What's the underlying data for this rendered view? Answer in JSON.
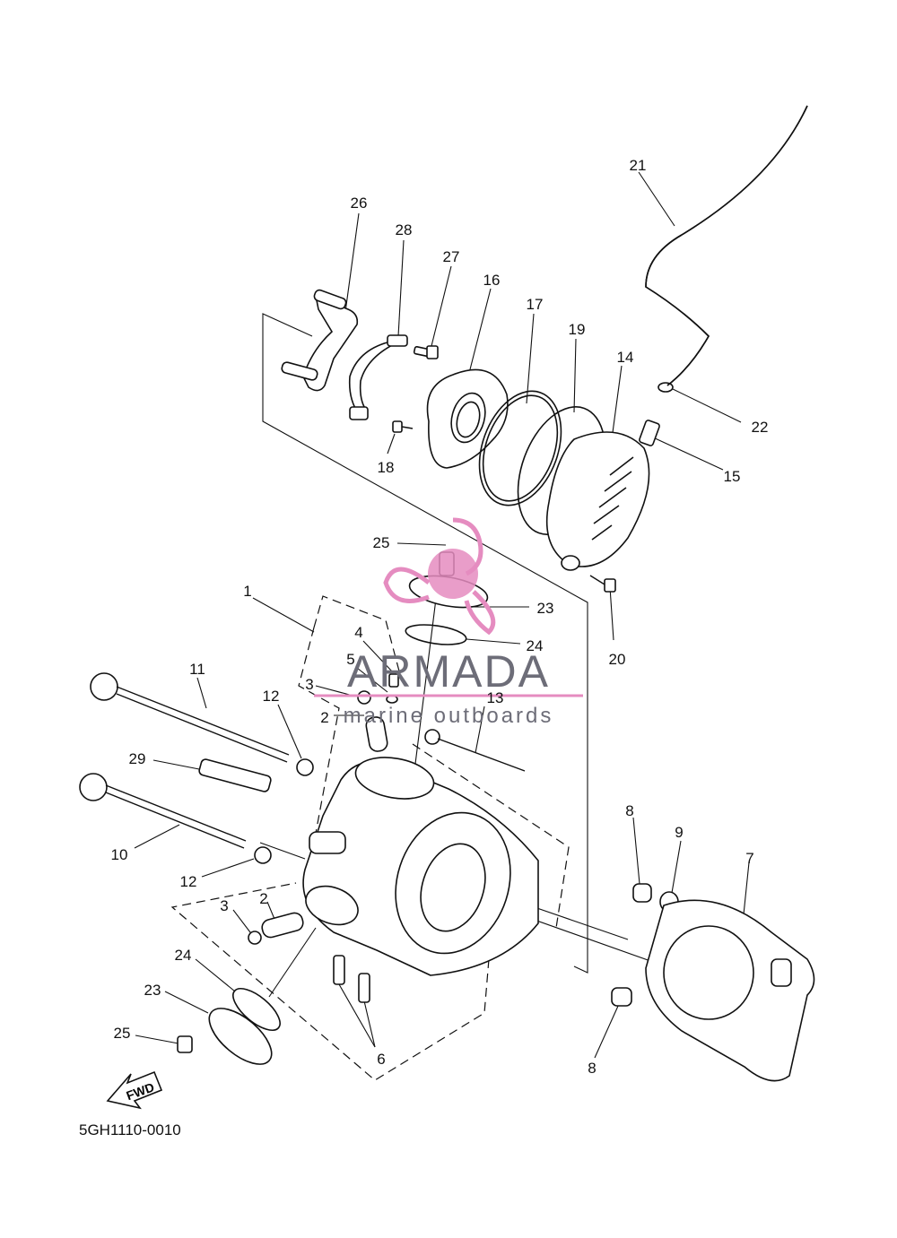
{
  "diagram": {
    "drawing_code": "5GH1110-0010",
    "fwd_label": "FWD",
    "callouts": [
      {
        "id": "c26",
        "text": "26"
      },
      {
        "id": "c28",
        "text": "28"
      },
      {
        "id": "c27",
        "text": "27"
      },
      {
        "id": "c16",
        "text": "16"
      },
      {
        "id": "c17",
        "text": "17"
      },
      {
        "id": "c19",
        "text": "19"
      },
      {
        "id": "c14",
        "text": "14"
      },
      {
        "id": "c21",
        "text": "21"
      },
      {
        "id": "c22",
        "text": "22"
      },
      {
        "id": "c15",
        "text": "15"
      },
      {
        "id": "c18",
        "text": "18"
      },
      {
        "id": "c25a",
        "text": "25"
      },
      {
        "id": "c23a",
        "text": "23"
      },
      {
        "id": "c24a",
        "text": "24"
      },
      {
        "id": "c20",
        "text": "20"
      },
      {
        "id": "c1",
        "text": "1"
      },
      {
        "id": "c4",
        "text": "4"
      },
      {
        "id": "c5",
        "text": "5"
      },
      {
        "id": "c3a",
        "text": "3"
      },
      {
        "id": "c2a",
        "text": "2"
      },
      {
        "id": "c11",
        "text": "11"
      },
      {
        "id": "c12a",
        "text": "12"
      },
      {
        "id": "c13",
        "text": "13"
      },
      {
        "id": "c29",
        "text": "29"
      },
      {
        "id": "c10",
        "text": "10"
      },
      {
        "id": "c12b",
        "text": "12"
      },
      {
        "id": "c3b",
        "text": "3"
      },
      {
        "id": "c2b",
        "text": "2"
      },
      {
        "id": "c24b",
        "text": "24"
      },
      {
        "id": "c23b",
        "text": "23"
      },
      {
        "id": "c25b",
        "text": "25"
      },
      {
        "id": "c6",
        "text": "6"
      },
      {
        "id": "c8a",
        "text": "8"
      },
      {
        "id": "c9",
        "text": "9"
      },
      {
        "id": "c7",
        "text": "7"
      },
      {
        "id": "c8b",
        "text": "8"
      }
    ]
  },
  "watermark": {
    "brand": "ARMADA",
    "tagline": "marine outboards",
    "accent_color": "#e58cc0"
  }
}
